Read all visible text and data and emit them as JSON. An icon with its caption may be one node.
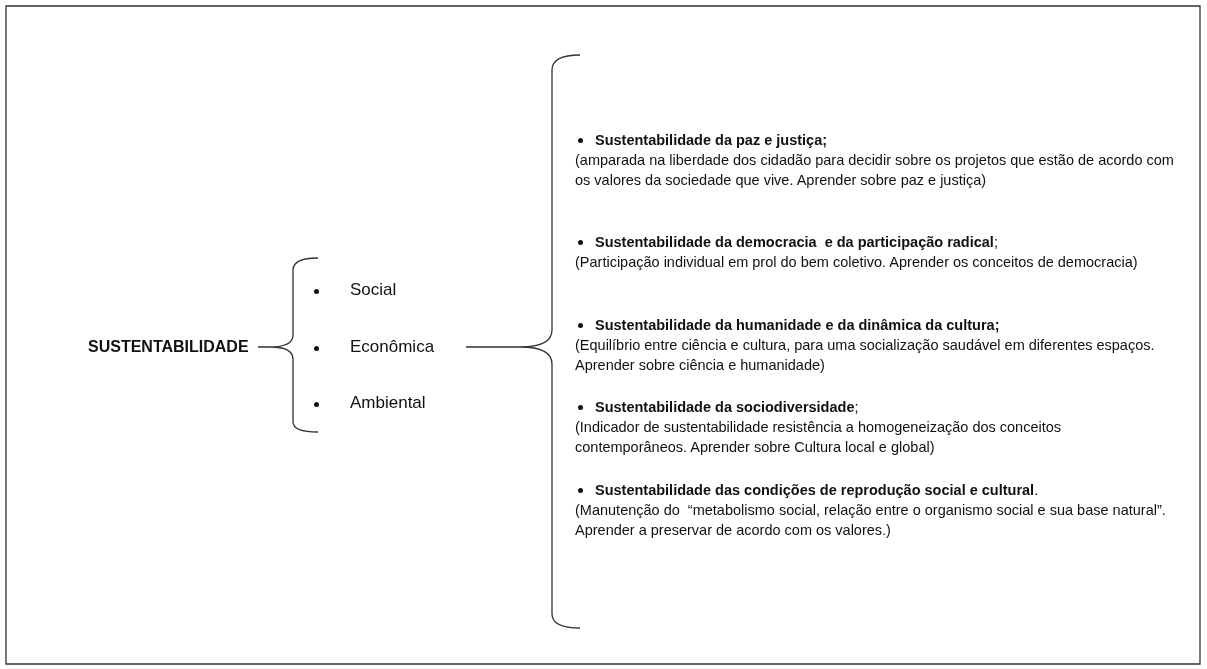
{
  "diagram": {
    "labels": [
      "SUSTENTABILIDADE",
      "Social",
      "Econômica",
      "Ambiental",
      "Sustentabilidade da paz e justiça;",
      "(amparada na liberdade dos cidadão para decidir sobre os projetos que estão de acordo com os valores da sociedade que vive. Aprender sobre paz e justiça)",
      "**Sustentabilidade da democracia  e da participação radical**;",
      "(Participação individual em prol do bem coletivo. Aprender os conceitos de democracia)",
      "Sustentabilidade da humanidade e da dinâmica da cultura;",
      "(Equilíbrio entre ciência e cultura, para uma socialização saudável em diferentes espaços. Aprender sobre ciência e humanidade)",
      "**Sustentabilidade da sociodiversidade**;",
      "(Indicador de sustentabilidade resistência a homogeneização dos conceitos contemporâneos. Aprender sobre Cultura local e global)",
      "**Sustentabilidade das condições de reprodução social e cultural**.",
      "(Manutenção do  “metabolismo social, relação entre o organismo social e sua base natural”. Aprender a preservar de acordo com os valores.)"
    ]
  }
}
